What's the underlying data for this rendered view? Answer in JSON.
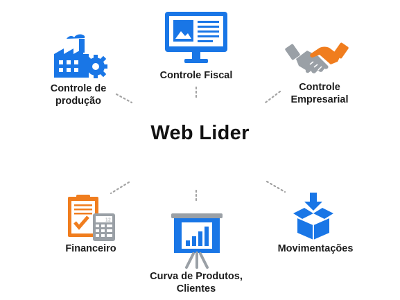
{
  "title": "Web Lider",
  "colors": {
    "blue": "#1976e6",
    "orange": "#f07d1e",
    "gray": "#9aa0a6",
    "dots": "#a3a3a3"
  },
  "nodes": {
    "producao": {
      "line1": "Controle de",
      "line2": "produção",
      "icon": "factory-gear-icon"
    },
    "fiscal": {
      "line1": "Controle Fiscal",
      "icon": "monitor-document-icon"
    },
    "empresarial": {
      "line1": "Controle",
      "line2": "Empresarial",
      "icon": "handshake-icon"
    },
    "financeiro": {
      "line1": "Financeiro",
      "icon": "clipboard-calculator-icon"
    },
    "curva": {
      "line1": "Curva de Produtos,",
      "line2": "Clientes",
      "icon": "presentation-chart-icon"
    },
    "movimentacoes": {
      "line1": "Movimentações",
      "icon": "box-arrow-icon"
    }
  }
}
